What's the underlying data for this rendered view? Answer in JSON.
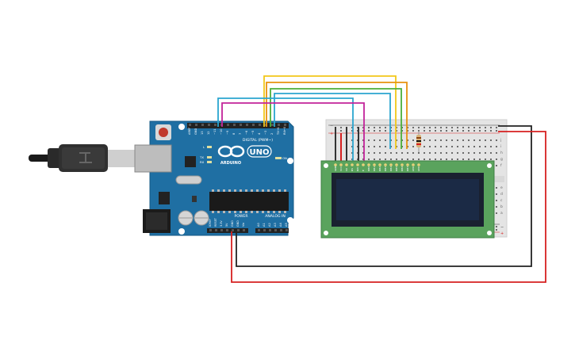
{
  "arduino": {
    "brand": "ARDUINO",
    "model": "UNO",
    "digital_header": "DIGITAL (PWM~)",
    "power_header": "POWER",
    "analog_header": "ANALOG IN",
    "digital_pins": [
      "AREF",
      "GND",
      "13",
      "12",
      "~11",
      "~10",
      "~9",
      "8",
      "7",
      "~6",
      "~5",
      "4",
      "~3",
      "2",
      "TX→1",
      "RX←0"
    ],
    "power_pins": [
      "IOREF",
      "RESET",
      "3.3V",
      "5V",
      "GND",
      "GND",
      "Vin"
    ],
    "analog_pins": [
      "A0",
      "A1",
      "A2",
      "A3",
      "A4",
      "A5"
    ],
    "leds": [
      "L",
      "TX",
      "RX",
      "ON"
    ]
  },
  "lcd": {
    "pins": [
      "GND",
      "VCC",
      "V0",
      "RS",
      "RW",
      "E",
      "DB0",
      "DB1",
      "DB2",
      "DB3",
      "DB4",
      "DB5",
      "DB6",
      "DB7",
      "LED",
      "LED"
    ]
  },
  "breadboard": {
    "top_letters": [
      "j",
      "i",
      "h",
      "g",
      "f"
    ],
    "bottom_letters": [
      "e",
      "d",
      "c",
      "b",
      "a"
    ],
    "rail_minus": "−",
    "rail_plus": "+"
  },
  "colors": {
    "board": "#1f6fa3",
    "lcd_pcb": "#5aa35d",
    "lcd_screen": "#1b2a45",
    "wire_yellow": "#f2c81a",
    "wire_orange": "#e8920f",
    "wire_green": "#4caf3a",
    "wire_cyan": "#2aa5cf",
    "wire_magenta": "#c2239a",
    "wire_red": "#d62020",
    "wire_black": "#222222"
  }
}
